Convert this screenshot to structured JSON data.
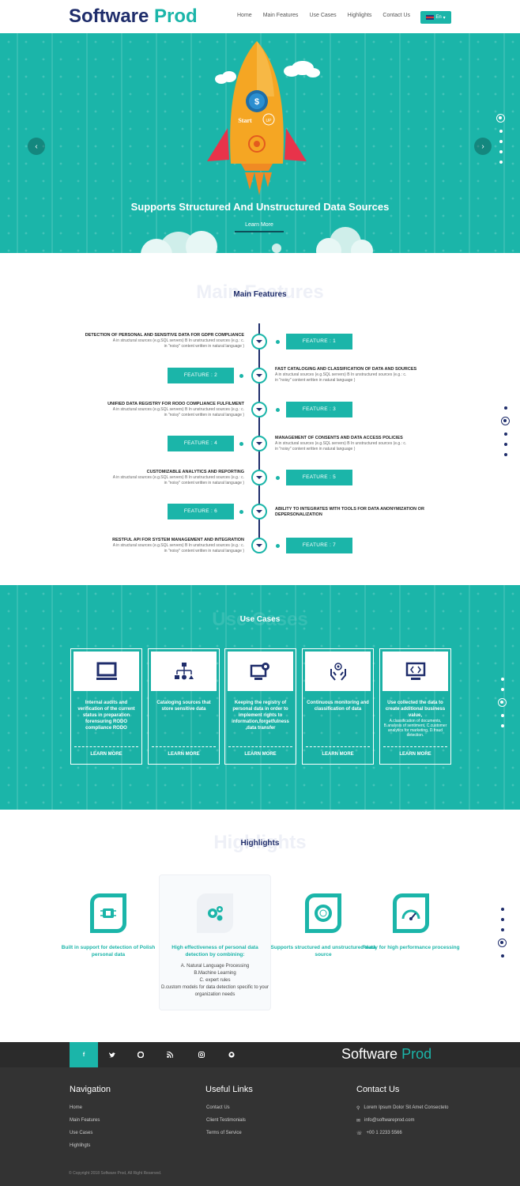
{
  "header": {
    "logo_part1": "Software",
    "logo_part2": "Prod",
    "nav": [
      "Home",
      "Main Features",
      "Use Cases",
      "Highlights",
      "Contact Us"
    ],
    "language": "En"
  },
  "hero": {
    "title": "Supports Structured And Unstructured Data Sources",
    "button": "Learn More",
    "rocket_text_start": "Start",
    "rocket_text_up": "UP",
    "slide_count": 5,
    "active_slide": 1
  },
  "features": {
    "ghost": "Main Features",
    "title": "Main Features",
    "items": [
      {
        "button": "FEATURE : 1",
        "title": "DETECTION OF PERSONAL AND SENSITIVE DATA FOR GDPR COMPLIANCE",
        "desc1": "A in structural sources (e.g.SQL servers)   B In unstructured sources (e.g.: c.",
        "desc2": "in \"noisy\" content written in natural language )"
      },
      {
        "button": "FEATURE : 2",
        "title": "FAST CATALOGING AND CLASSIFICATION OF DATA AND SOURCES",
        "desc1": "A in structural sources (e.g.SQL servers)   B In unstructured sources (e.g.: c.",
        "desc2": "in \"noisy\" content written in natural language )"
      },
      {
        "button": "FEATURE : 3",
        "title": "UNIFIED DATA REGISTRY FOR RODO COMPLIANCE FULFILMENT",
        "desc1": "A in structural sources (e.g.SQL servers)   B In unstructured sources (e.g.: c.",
        "desc2": "in \"noisy\" content written in natural language )"
      },
      {
        "button": "FEATURE : 4",
        "title": "MANAGEMENT OF CONSENTS AND DATA ACCESS POLICIES",
        "desc1": "A in structural sources (e.g.SQL servers)   B In unstructured sources (e.g.: c.",
        "desc2": "in \"noisy\" content written in natural language )"
      },
      {
        "button": "FEATURE : 5",
        "title": "CUSTOMIZABLE ANALYTICS AND REPORTING",
        "desc1": "A in structural sources (e.g.SQL servers)   B In unstructured sources (e.g.: c.",
        "desc2": "in \"noisy\" content written in natural language )"
      },
      {
        "button": "FEATURE : 6",
        "title": "ABILITY TO INTEGRATES WITH TOOLS FOR DATA ANONYMIZATION OR DEPERSONALIZATION",
        "desc1": "",
        "desc2": ""
      },
      {
        "button": "FEATURE : 7",
        "title": "RESTFUL API FOR SYSTEM MANAGEMENT AND INTEGRATION",
        "desc1": "A in structural sources (e.g.SQL servers)   B In unstructured sources (e.g.: c.",
        "desc2": "in \"noisy\" content written in natural language )"
      }
    ]
  },
  "usecases": {
    "ghost": "Use Cases",
    "title": "Use Cases",
    "more": "LEARN MORE",
    "cards": [
      {
        "icon": "monitor-icon",
        "text": "Internal audits and verification of the current status  in preparation forensuring RODO compliance RODO",
        "detail": ""
      },
      {
        "icon": "hierarchy-icon",
        "text": "Cataloging sources that store sensitive data",
        "detail": ""
      },
      {
        "icon": "gear-monitor-icon",
        "text": "Keeping the registry of personal data in order to implement rights to information,forgetfulness ,data transfer",
        "detail": ""
      },
      {
        "icon": "hands-gear-icon",
        "text": "Continuous monitoring and classification of data",
        "detail": ""
      },
      {
        "icon": "code-icon",
        "text": "Use collected the data to create additional business value,",
        "detail": "A.classification of documents, B.analysis of sentiment, C.customer analytics for marketing, D.fraud detection."
      }
    ]
  },
  "highlights": {
    "ghost": "Highlights",
    "title": "Highlights",
    "items": [
      {
        "icon": "chip-icon",
        "title": "Built in support for detection of Polish personal data",
        "desc": []
      },
      {
        "icon": "gears-icon",
        "title": "High effectiveness of personal data detection by combining:",
        "desc": [
          "A. Natural Language Processing",
          "B.Machine Learning",
          "C. expert rules",
          "D.custom models for data detection specific to your organization needs"
        ]
      },
      {
        "icon": "lifebuoy-icon",
        "title": "Supports structured and unstructured data source",
        "desc": []
      },
      {
        "icon": "speedometer-icon",
        "title": "Ready for high performance processing",
        "desc": []
      }
    ]
  },
  "social": [
    "f",
    "twitter-icon",
    "pinterest-icon",
    "rss-icon",
    "instagram-icon",
    "github-icon"
  ],
  "footer": {
    "logo_part1": "Software",
    "logo_part2": "Prod",
    "nav_title": "Navigation",
    "nav": [
      "Home",
      "Main Features",
      "Use Cases",
      "Highlihgts"
    ],
    "links_title": "Useful Links",
    "links": [
      "Contact Us",
      "Client Testimonials",
      "Terms of Service"
    ],
    "contact_title": "Contact Us",
    "address": "Lorem Ipsum Dolor Sit Amet Consecteto",
    "email": "info@softwareprod.com",
    "phone": "+00 1 2233 5566",
    "copyright": "© Copyright 2018 Software Prod, All Right Reserved."
  },
  "colors": {
    "teal": "#1bb5a9",
    "navy": "#1f2d6b",
    "footer": "#333333"
  }
}
